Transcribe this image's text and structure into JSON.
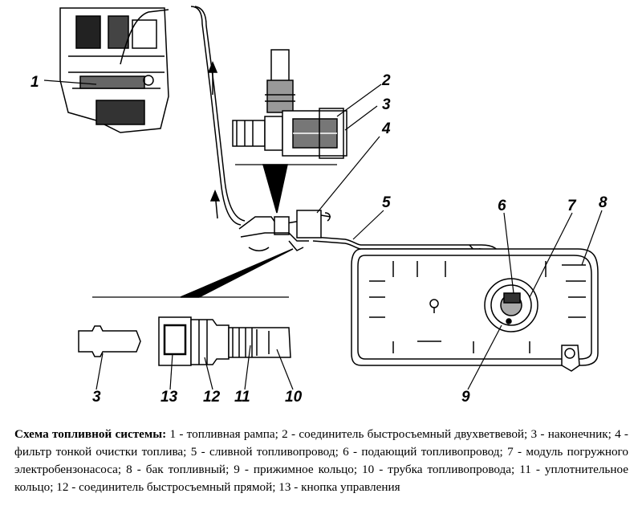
{
  "callouts": [
    "1",
    "2",
    "3",
    "4",
    "5",
    "6",
    "7",
    "8",
    "9",
    "10",
    "11",
    "12",
    "13"
  ],
  "caption": {
    "title": "Схема топливной системы:",
    "text": "1 - топливная рампа; 2 - соединитель быстросъемный двухветвевой; 3 - наконечник; 4 - фильтр тонкой очистки топлива; 5 - сливной топливопровод; 6 - подающий топливопровод; 7 - модуль погружного электробензонасоса; 8 - бак топливный; 9 - прижимное кольцо; 10 - трубка топливопровода; 11 - уплотнительное кольцо; 12 - соединитель быстросъемный прямой; 13 - кнопка управления"
  }
}
